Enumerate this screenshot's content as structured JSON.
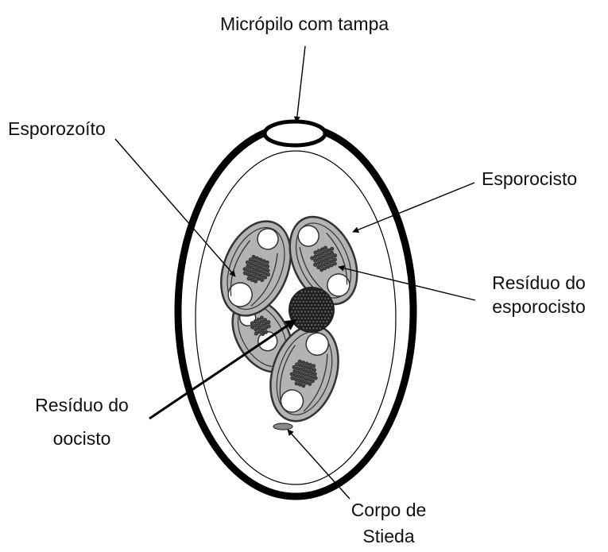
{
  "labels": {
    "micropyle": "Micrópilo com tampa",
    "sporozoite": "Esporozoíto",
    "sporocyst": "Esporocisto",
    "sporocyst_residue": [
      "Resíduo do",
      "esporocisto"
    ],
    "oocyst_residue": [
      "Resíduo do",
      "oocisto"
    ],
    "stieda_body": [
      "Corpo de",
      "Stieda"
    ]
  },
  "colors": {
    "sporocyst_fill": "#b3b3b3",
    "sporocyst_stroke": "#333333",
    "wall": "#000000",
    "granule": "#404040"
  }
}
